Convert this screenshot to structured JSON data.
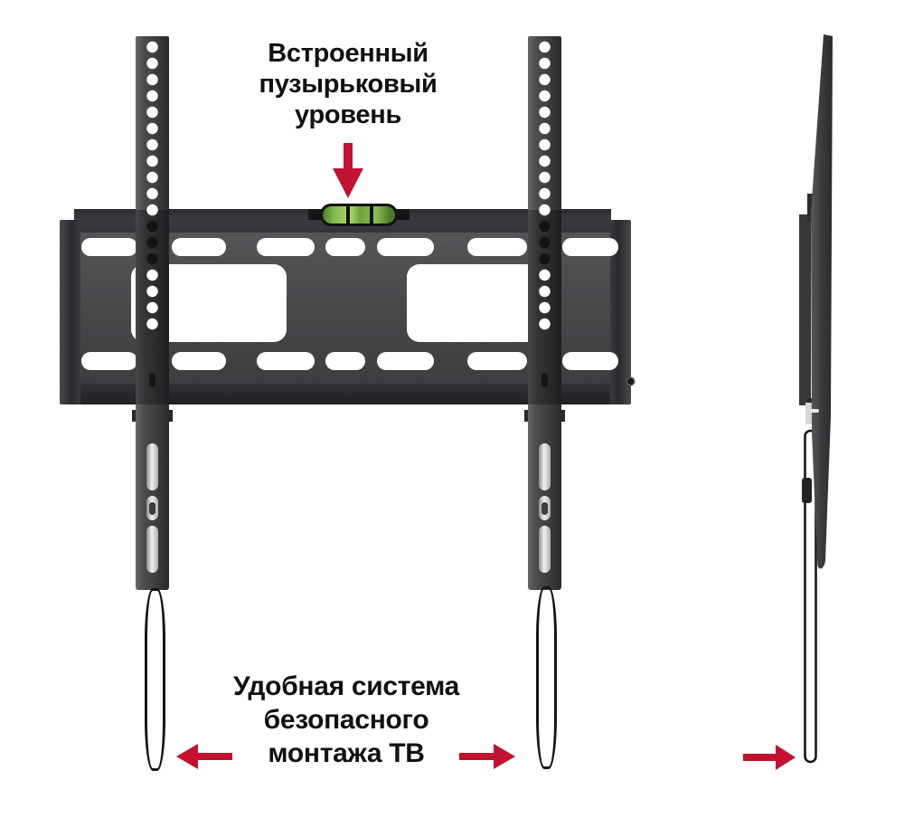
{
  "diagram": {
    "subject": "TV wall mount bracket, front and side views",
    "views": [
      "front-view",
      "side-view"
    ]
  },
  "annotations": {
    "level": {
      "lines": [
        "Встроенный",
        "пузырьковый",
        "уровень"
      ],
      "arrow_icon": "down-arrow-icon"
    },
    "mount": {
      "lines": [
        "Удобная система",
        "безопасного",
        "монтажа ТВ"
      ],
      "arrow_icons": [
        "left-arrow-icon",
        "right-arrow-icon",
        "right-arrow-icon"
      ]
    }
  },
  "colors": {
    "arrow_red": "#c2122f",
    "level_green": "#7fb548",
    "bracket_dark": "#3c3c3f",
    "strap_silver": "#e0e0e0",
    "cord_black": "#161616",
    "background": "#ffffff",
    "text": "#111111"
  }
}
